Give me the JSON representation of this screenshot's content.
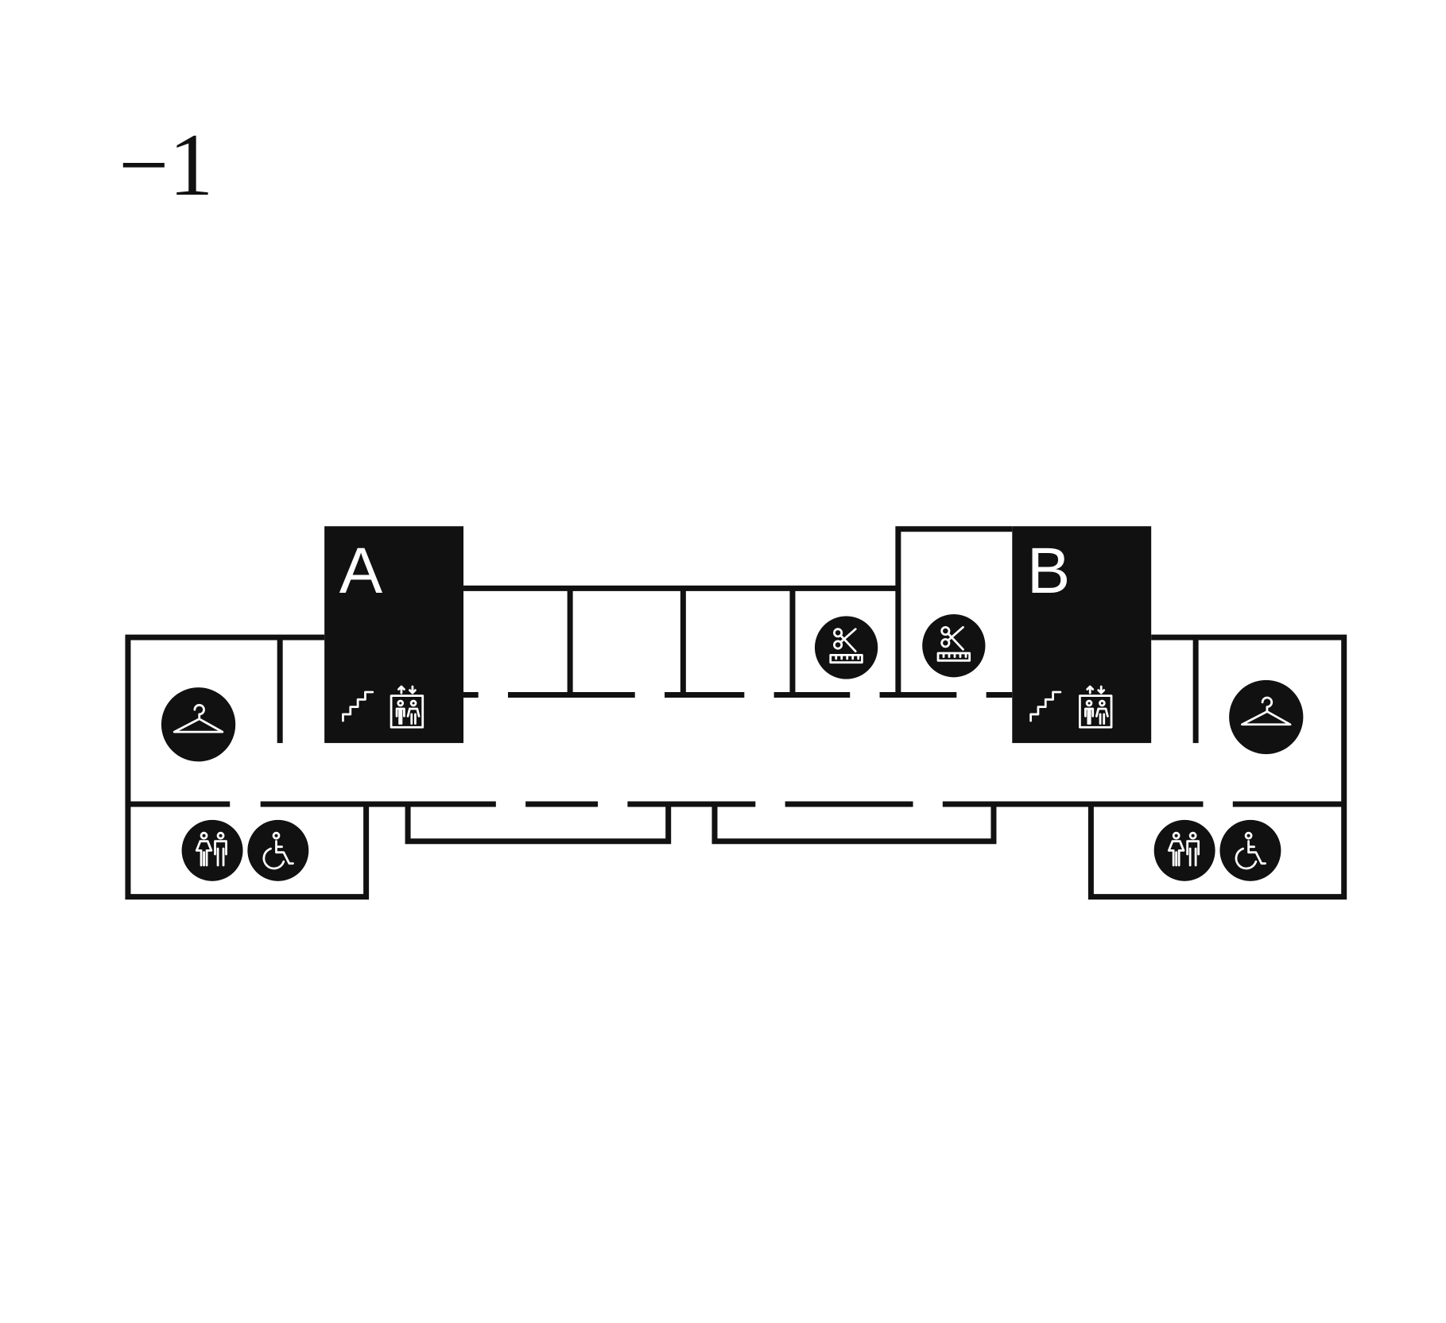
{
  "floor_label": "−1",
  "blocks": {
    "a": "A",
    "b": "B"
  },
  "colors": {
    "ink": "#111111",
    "background": "#ffffff"
  },
  "icons": [
    "stairs-icon",
    "elevator-icon",
    "hanger-icon",
    "scissors-ruler-icon",
    "toilets-icon",
    "wheelchair-icon"
  ]
}
